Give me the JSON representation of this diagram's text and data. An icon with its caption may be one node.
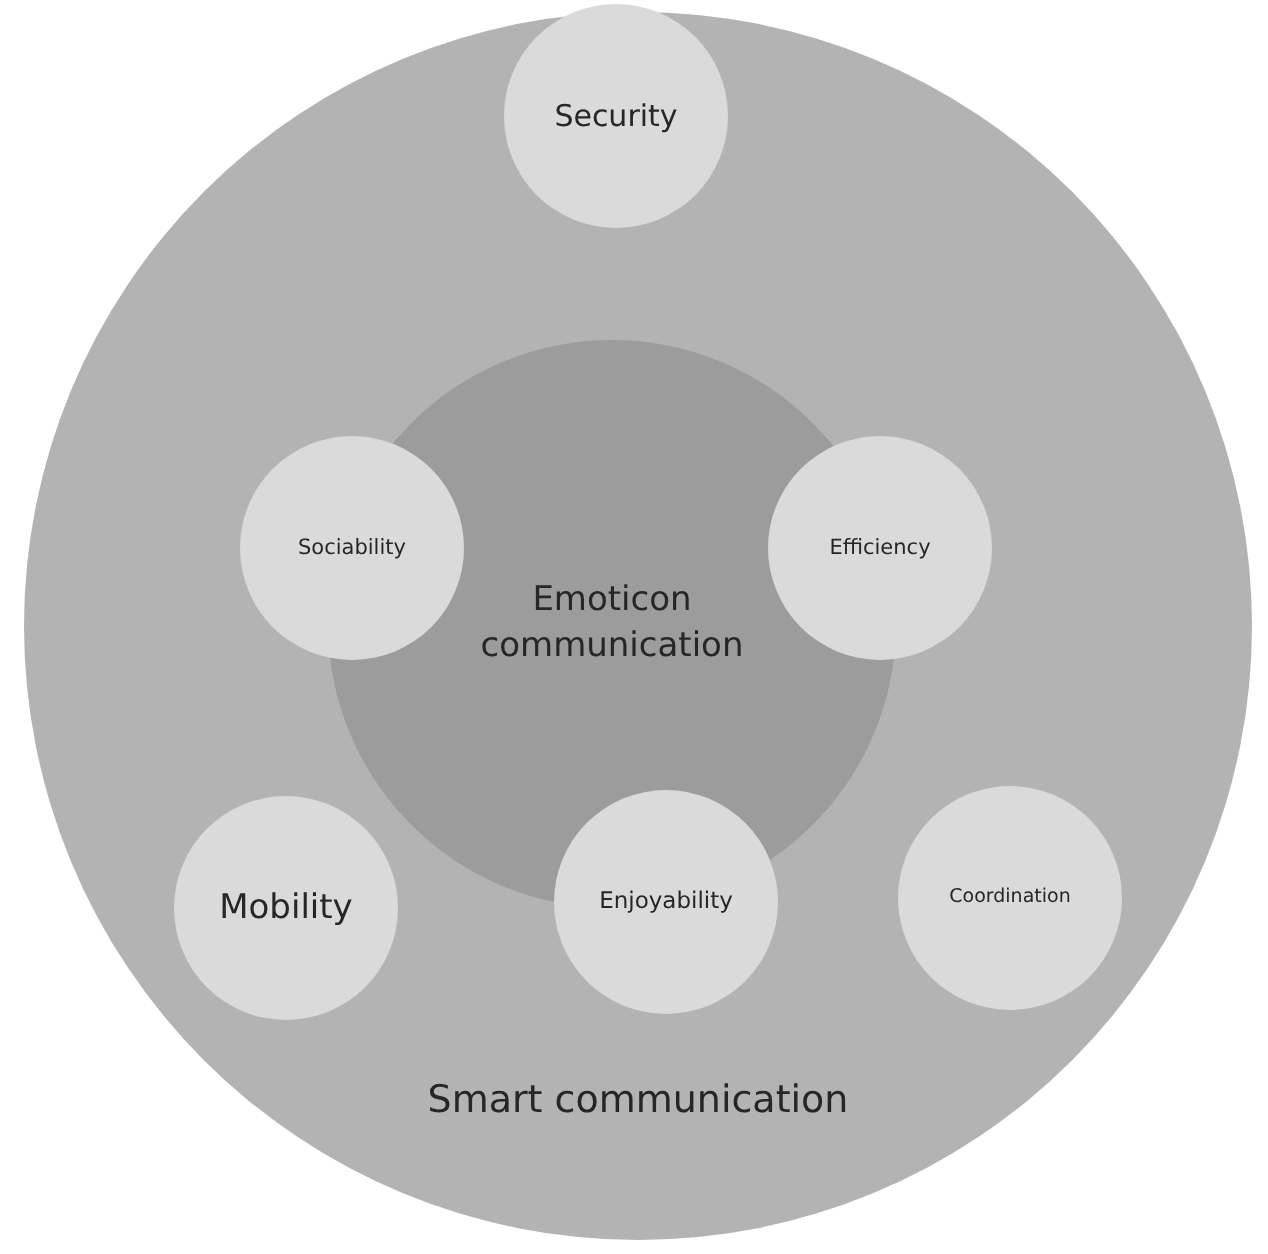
{
  "diagram": {
    "nodes": [
      {
        "text": [
          "Smart communication"
        ]
      },
      {
        "text": [
          "Emoticon communication"
        ],
        "in": 0
      },
      {
        "text": [
          "Security"
        ],
        "in": 0
      },
      {
        "text": [
          "Sociability"
        ],
        "in": 0
      },
      {
        "text": [
          "Efficiency"
        ],
        "in": 0
      },
      {
        "text": [
          "Mobility"
        ],
        "in": 0
      },
      {
        "text": [
          "Enjoyability"
        ],
        "in": 0
      },
      {
        "text": [
          "Coordination"
        ],
        "in": 0
      }
    ]
  }
}
